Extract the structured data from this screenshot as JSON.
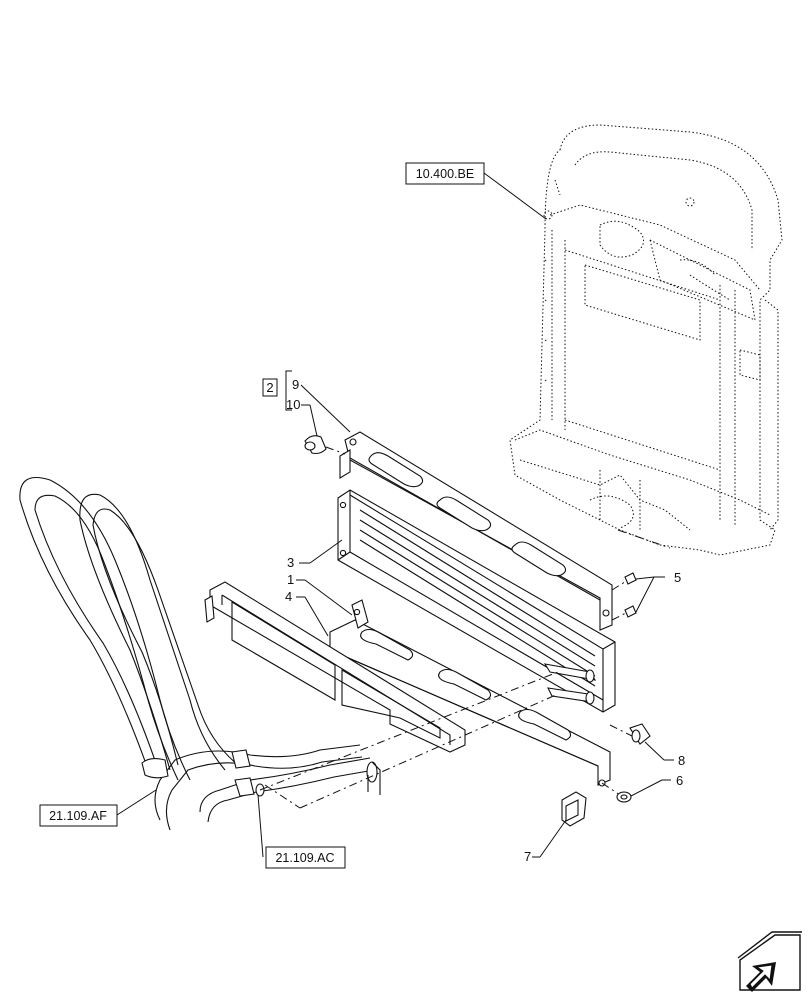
{
  "references": {
    "radiator_ref": "10.400.BE",
    "hose_ref_af": "21.109.AF",
    "hose_ref_ac": "21.109.AC"
  },
  "kit_number": "2",
  "callouts": {
    "c1": "1",
    "c3": "3",
    "c4": "4",
    "c5": "5",
    "c6": "6",
    "c7": "7",
    "c8": "8",
    "c9": "9",
    "c10": "10"
  },
  "nav_icon": "next-page-arrow-icon"
}
